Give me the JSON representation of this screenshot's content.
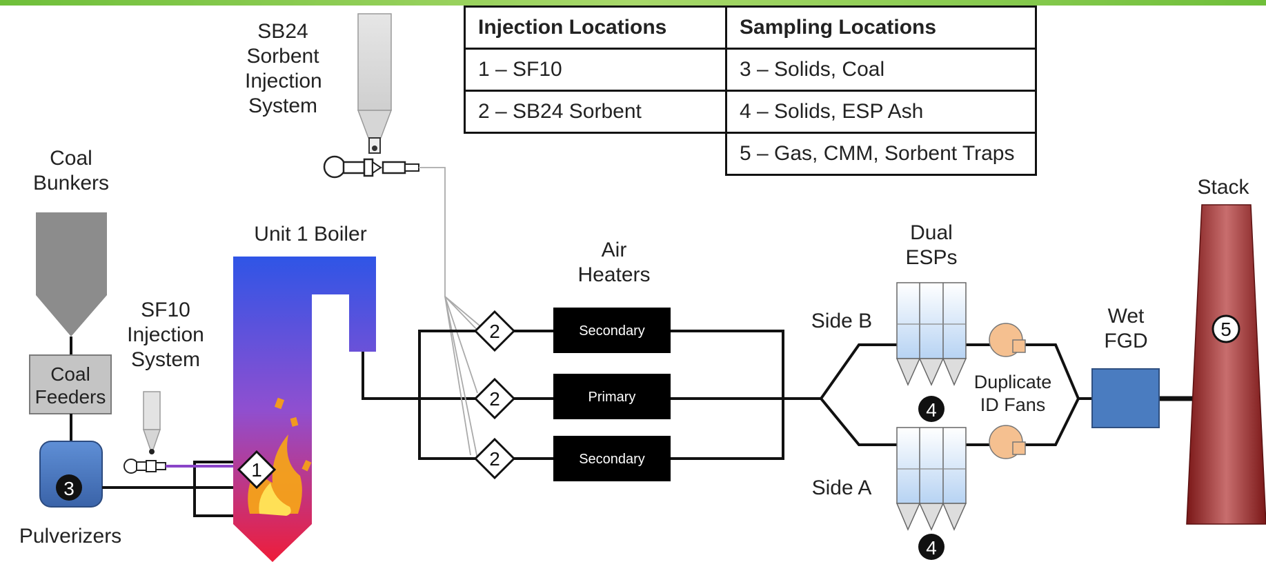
{
  "table": {
    "headers": [
      "Injection Locations",
      "Sampling Locations"
    ],
    "injection": [
      "1 – SF10",
      "2 – SB24 Sorbent"
    ],
    "sampling": [
      "3 – Solids, Coal",
      "4 – Solids, ESP Ash",
      "5 – Gas, CMM, Sorbent Traps"
    ]
  },
  "labels": {
    "sb24": [
      "SB24",
      "Sorbent",
      "Injection",
      "System"
    ],
    "coal_bunkers": [
      "Coal",
      "Bunkers"
    ],
    "unit1": "Unit 1 Boiler",
    "sf10": [
      "SF10",
      "Injection",
      "System"
    ],
    "coal_feeders": [
      "Coal",
      "Feeders"
    ],
    "pulverizers": "Pulverizers",
    "air_heaters": [
      "Air",
      "Heaters"
    ],
    "dual_esps": [
      "Dual",
      "ESPs"
    ],
    "side_b": "Side B",
    "side_a": "Side A",
    "duplicate_id_fans": [
      "Duplicate",
      "ID Fans"
    ],
    "wet_fgd": [
      "Wet",
      "FGD"
    ],
    "stack": "Stack",
    "heater_secondary_top": "Secondary",
    "heater_primary": "Primary",
    "heater_secondary_bottom": "Secondary"
  },
  "markers": {
    "injection_1": "1",
    "injection_2": "2",
    "sample_3": "3",
    "sample_4": "4",
    "sample_5": "5"
  },
  "colors": {
    "boiler_top": "#2f55e6",
    "boiler_mid": "#8f4fd0",
    "boiler_bottom": "#ee1d3a",
    "stack_dark": "#8a1b1b",
    "stack_light": "#c06a6a",
    "bunker_gray": "#8c8c8c",
    "pulverizer_blue": "#4a78c0",
    "fgd_blue": "#4a7cc0",
    "fan_orange": "#f5c090",
    "esp_blue": "#c8def8"
  }
}
